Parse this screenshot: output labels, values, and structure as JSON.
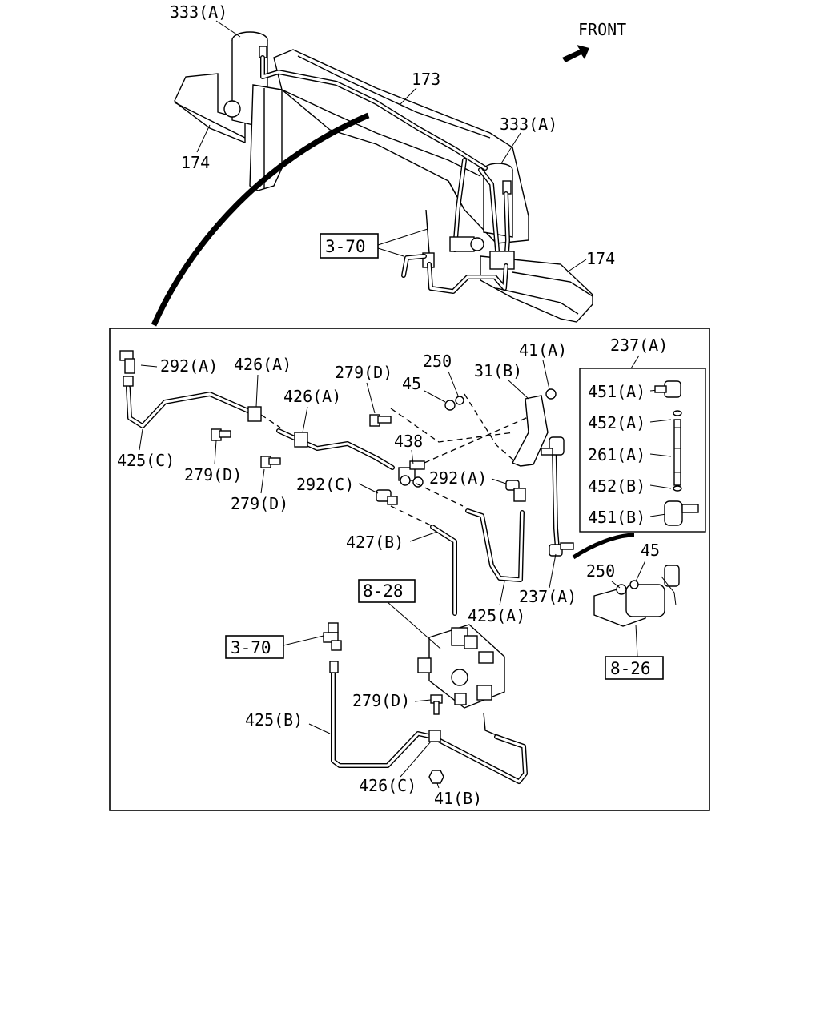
{
  "diagram": {
    "direction_label": "FRONT",
    "labels": {
      "top_333a_left": "333(A)",
      "top_173": "173",
      "top_333a_right": "333(A)",
      "top_174_left": "174",
      "top_174_right": "174",
      "l_292a_top": "292(A)",
      "l_426a_1": "426(A)",
      "l_426a_2": "426(A)",
      "l_279d_top": "279(D)",
      "l_250_top": "250",
      "l_45_top": "45",
      "l_31b": "31(B)",
      "l_41a": "41(A)",
      "l_237a_top": "237(A)",
      "l_425c": "425(C)",
      "l_279d_a": "279(D)",
      "l_279d_b": "279(D)",
      "l_438": "438",
      "l_292c": "292(C)",
      "l_292a_mid": "292(A)",
      "l_427b": "427(B)",
      "l_425a": "425(A)",
      "l_237a_low": "237(A)",
      "l_250_low": "250",
      "l_45_low": "45",
      "l_279d_low": "279(D)",
      "l_425b": "425(B)",
      "l_426c": "426(C)",
      "l_41b": "41(B)",
      "k_451a": "451(A)",
      "k_452a": "452(A)",
      "k_261a": "261(A)",
      "k_452b": "452(B)",
      "k_451b": "451(B)"
    },
    "refs": {
      "ref_370_top": "3-70",
      "ref_828": "8-28",
      "ref_370_low": "3-70",
      "ref_826": "8-26"
    }
  }
}
